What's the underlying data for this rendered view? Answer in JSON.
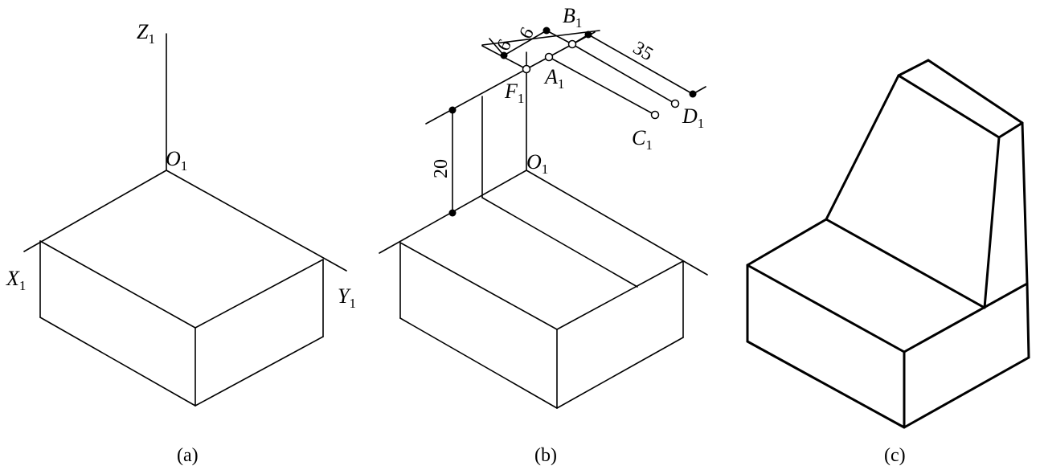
{
  "figure_a": {
    "caption": "(a)",
    "labels": {
      "z": {
        "main": "Z",
        "sub": "1"
      },
      "o": {
        "main": "O",
        "sub": "1"
      },
      "x": {
        "main": "X",
        "sub": "1"
      },
      "y": {
        "main": "Y",
        "sub": "1"
      }
    }
  },
  "figure_b": {
    "caption": "(b)",
    "labels": {
      "b": {
        "main": "B",
        "sub": "1"
      },
      "a": {
        "main": "A",
        "sub": "1"
      },
      "f": {
        "main": "F",
        "sub": "1"
      },
      "c": {
        "main": "C",
        "sub": "1"
      },
      "d": {
        "main": "D",
        "sub": "1"
      },
      "o": {
        "main": "O",
        "sub": "1"
      }
    },
    "dimensions": {
      "d6_left": "6",
      "d6_right": "6",
      "d35": "35",
      "d20": "20"
    }
  },
  "figure_c": {
    "caption": "(c)"
  }
}
